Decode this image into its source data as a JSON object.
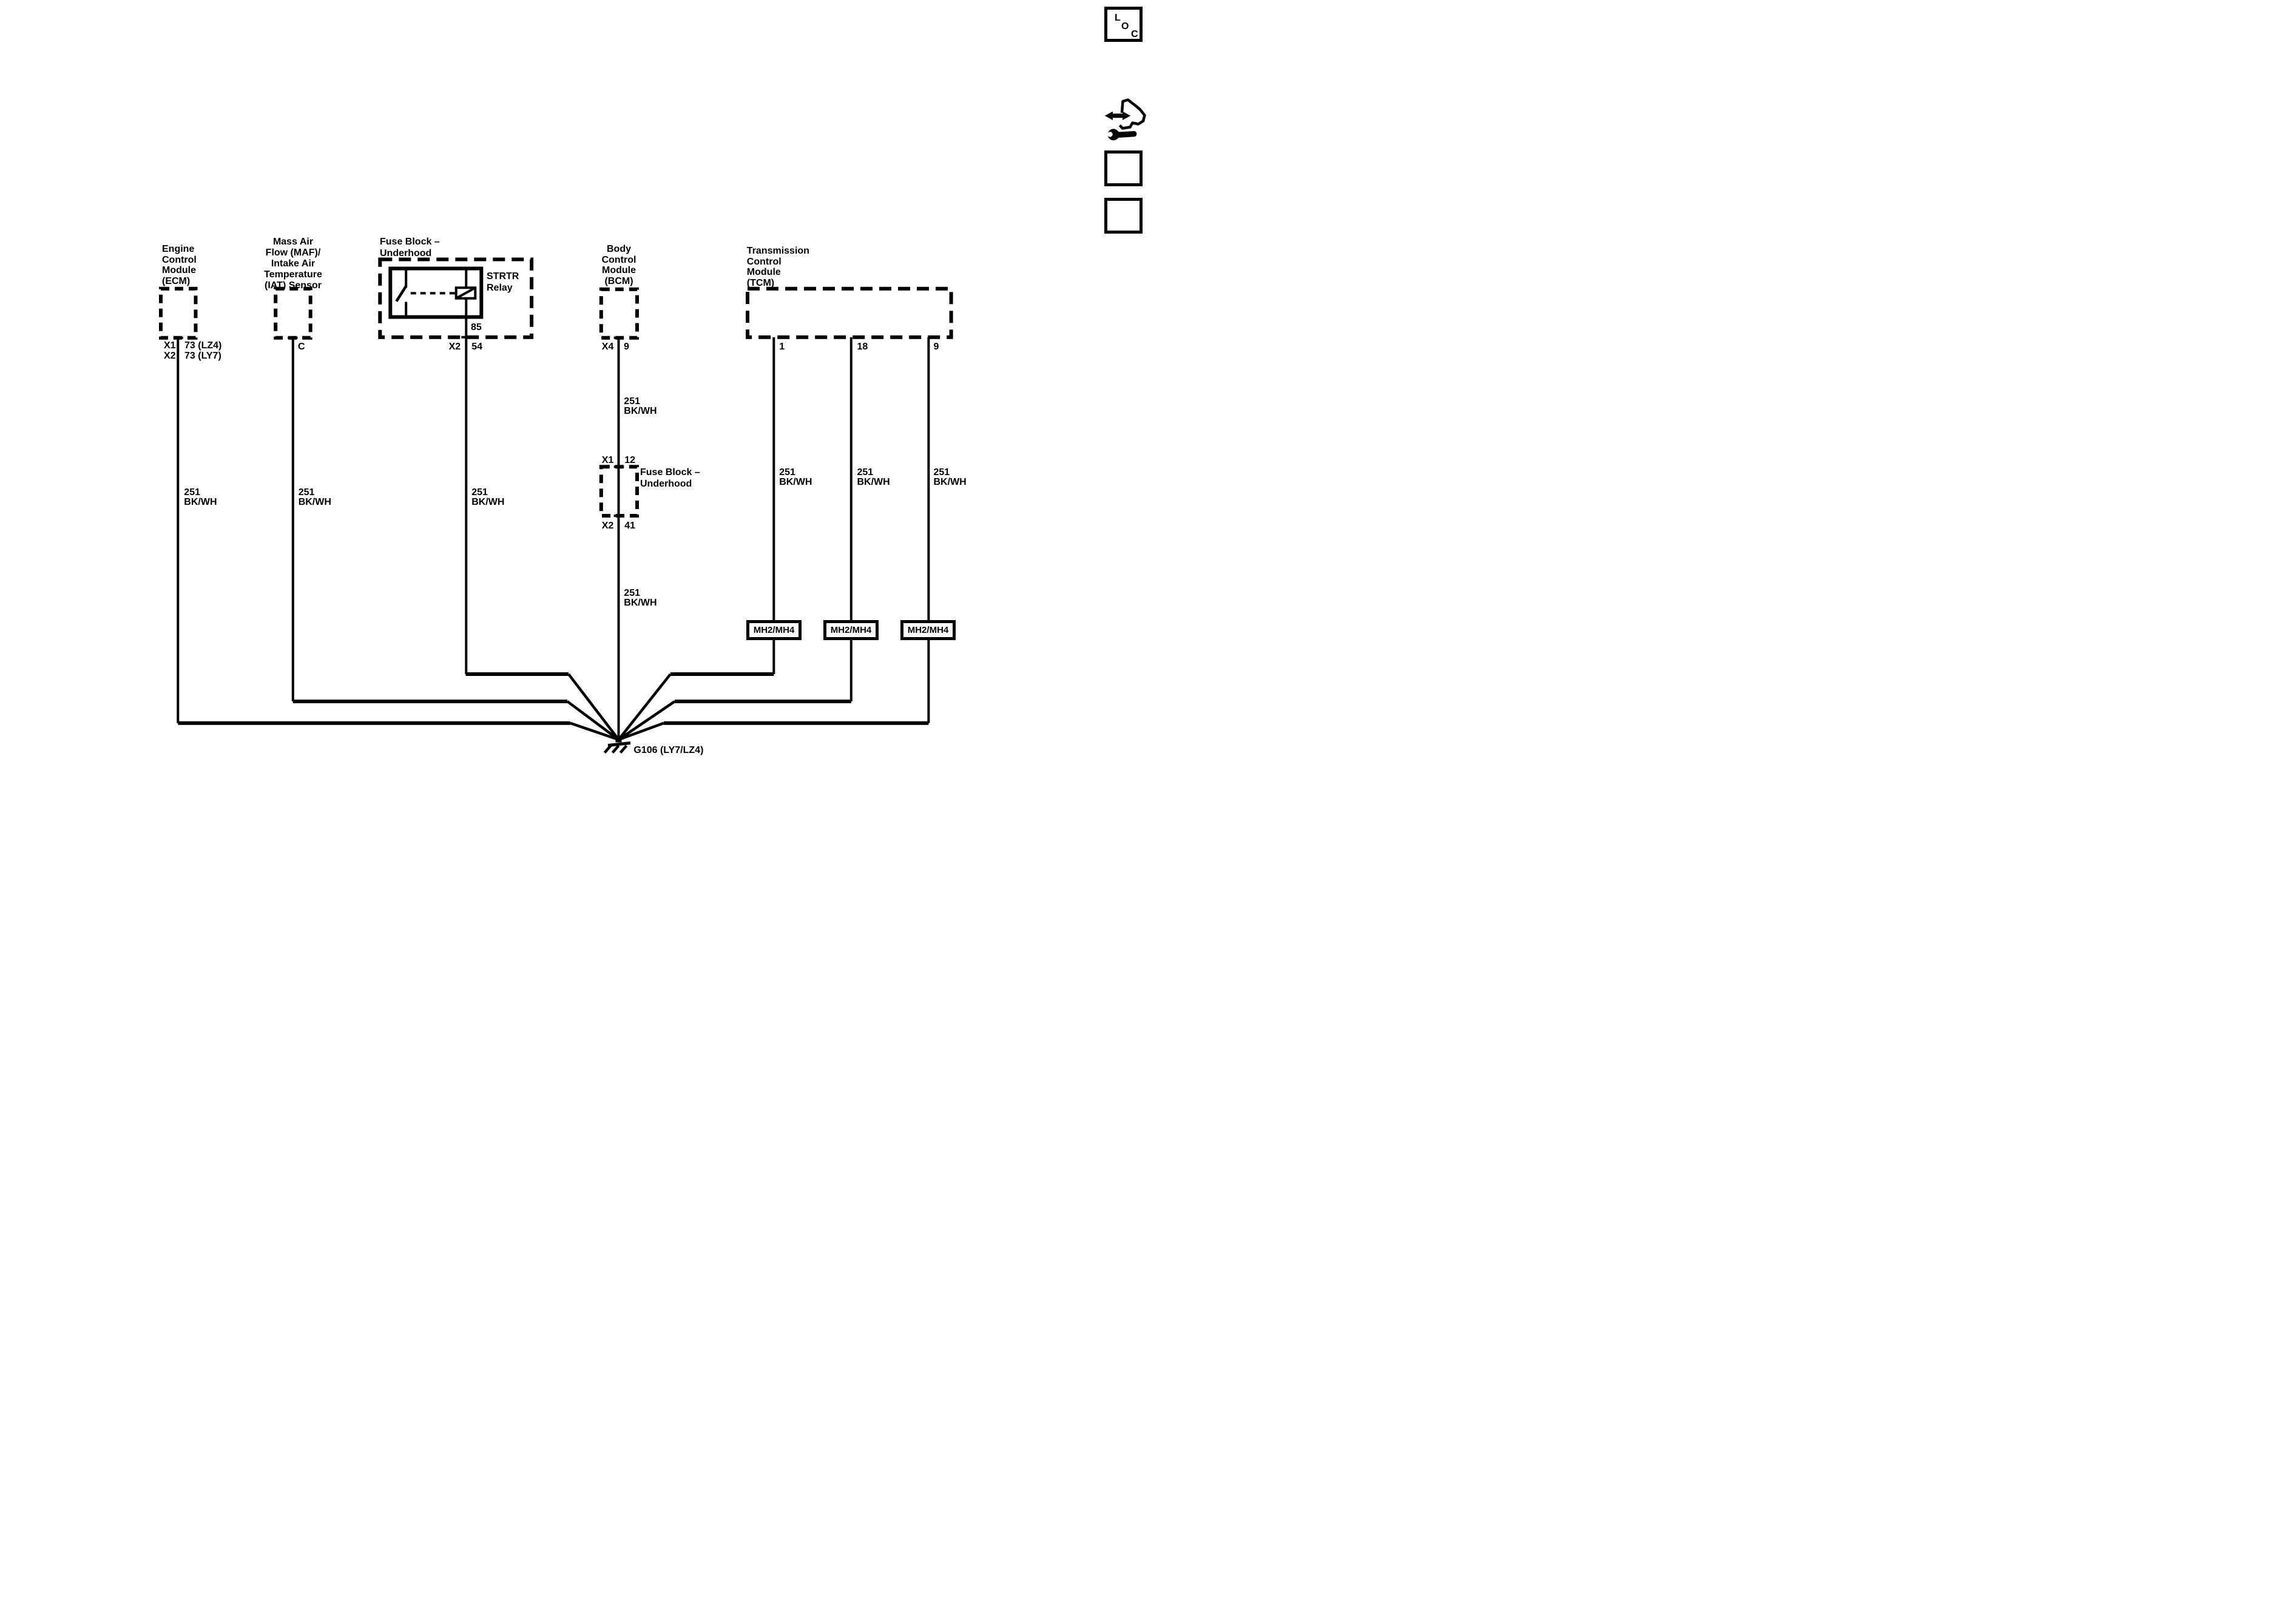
{
  "colors": {
    "background": "#ffffff",
    "ink": "#000000"
  },
  "nav": {
    "loc": {
      "l": "L",
      "o": "O",
      "c": "C"
    }
  },
  "modules": {
    "ecm": {
      "title_lines": [
        "Engine",
        "Control",
        "Module",
        "(ECM)"
      ],
      "rows": [
        {
          "conn": "X1",
          "pin": "73 (LZ4)"
        },
        {
          "conn": "X2",
          "pin": "73 (LY7)"
        }
      ],
      "wire": {
        "circuit": "251",
        "color": "BK/WH"
      }
    },
    "maf": {
      "title_lines": [
        "Mass Air",
        "Flow (MAF)/",
        "Intake Air",
        "Temperature",
        "(IAT) Sensor"
      ],
      "pin": "C",
      "wire": {
        "circuit": "251",
        "color": "BK/WH"
      }
    },
    "fuse_block_relay": {
      "title_lines": [
        "Fuse Block –",
        "Underhood"
      ],
      "relay_lines": [
        "STRTR",
        "Relay"
      ],
      "coil_pin": "85",
      "conn": "X2",
      "pin": "54",
      "wire": {
        "circuit": "251",
        "color": "BK/WH"
      }
    },
    "bcm": {
      "title_lines": [
        "Body",
        "Control",
        "Module",
        "(BCM)"
      ],
      "conn": "X4",
      "pin": "9",
      "wire_upper": {
        "circuit": "251",
        "color": "BK/WH"
      },
      "wire_lower": {
        "circuit": "251",
        "color": "BK/WH"
      }
    },
    "fuse_block_pass": {
      "title_lines": [
        "Fuse Block –",
        "Underhood"
      ],
      "conn_in": "X1",
      "pin_in": "12",
      "conn_out": "X2",
      "pin_out": "41"
    },
    "tcm": {
      "title_lines": [
        "Transmission",
        "Control",
        "Module",
        "(TCM)"
      ],
      "pins": [
        "1",
        "18",
        "9"
      ],
      "wires": [
        {
          "circuit": "251",
          "color": "BK/WH"
        },
        {
          "circuit": "251",
          "color": "BK/WH"
        },
        {
          "circuit": "251",
          "color": "BK/WH"
        }
      ],
      "harness_tags": [
        "MH2/MH4",
        "MH2/MH4",
        "MH2/MH4"
      ]
    }
  },
  "ground": {
    "label": "G106 (LY7/LZ4)"
  }
}
